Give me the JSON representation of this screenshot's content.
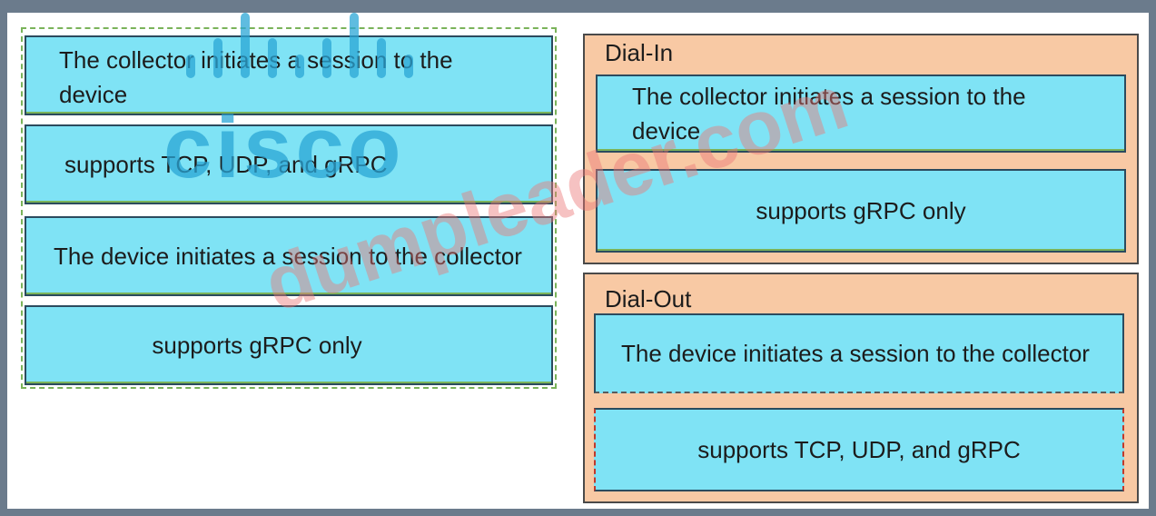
{
  "source_items": [
    {
      "label": "The collector initiates a session to the device"
    },
    {
      "label": "supports TCP, UDP, and gRPC"
    },
    {
      "label": "The device initiates a session to the collector"
    },
    {
      "label": "supports gRPC only"
    }
  ],
  "targets": {
    "dial_in": {
      "title": "Dial-In",
      "items": [
        {
          "label": "The collector initiates a session to the device"
        },
        {
          "label": "supports gRPC only"
        }
      ]
    },
    "dial_out": {
      "title": "Dial-Out",
      "items": [
        {
          "label": "The device initiates a session to the collector"
        },
        {
          "label": "supports TCP, UDP, and gRPC"
        }
      ]
    }
  },
  "watermarks": {
    "brand": "cisco",
    "site": "dumpleader.com"
  },
  "colors": {
    "chip_fill": "#7fe3f5",
    "target_fill": "#f8c9a4",
    "frame": "#6b7b8c",
    "source_dash": "#7ab35a"
  }
}
